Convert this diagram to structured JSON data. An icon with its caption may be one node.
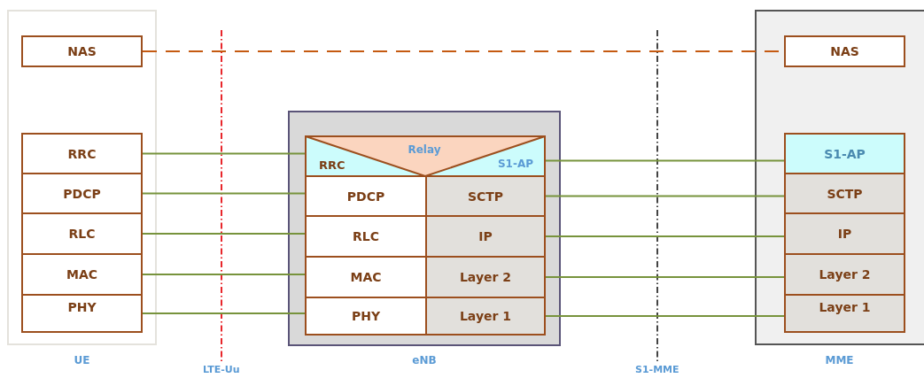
{
  "diagram": {
    "nodes": [
      {
        "text": [
          "UE"
        ]
      },
      {
        "text": [
          "NAS"
        ],
        "in": 0
      },
      {
        "text": [
          "RRC"
        ],
        "in": 0
      },
      {
        "text": [
          "PDCP"
        ],
        "in": 0
      },
      {
        "text": [
          "RLC"
        ],
        "in": 0
      },
      {
        "text": [
          "MAC"
        ],
        "in": 0
      },
      {
        "text": [
          "PHY"
        ],
        "in": 0
      },
      {
        "text": [
          "eNB"
        ]
      },
      {
        "text": [
          "RRC"
        ],
        "in": 7
      },
      {
        "text": [
          "Relay"
        ],
        "in": 7
      },
      {
        "text": [
          "S1-AP"
        ],
        "in": 7
      },
      {
        "text": [
          "PDCP"
        ],
        "in": 7
      },
      {
        "text": [
          "SCTP"
        ],
        "in": 7
      },
      {
        "text": [
          "RLC"
        ],
        "in": 7
      },
      {
        "text": [
          "IP"
        ],
        "in": 7
      },
      {
        "text": [
          "MAC"
        ],
        "in": 7
      },
      {
        "text": [
          "Layer 2"
        ],
        "in": 7
      },
      {
        "text": [
          "PHY"
        ],
        "in": 7
      },
      {
        "text": [
          "Layer 1"
        ],
        "in": 7
      },
      {
        "text": [
          "MME"
        ]
      },
      {
        "text": [
          "NAS"
        ],
        "in": 19
      },
      {
        "text": [
          "S1-AP"
        ],
        "in": 19
      },
      {
        "text": [
          "SCTP"
        ],
        "in": 19
      },
      {
        "text": [
          "IP"
        ],
        "in": 19
      },
      {
        "text": [
          "Layer 2"
        ],
        "in": 19
      },
      {
        "text": [
          "Layer 1"
        ],
        "in": 19
      }
    ],
    "edges": [
      {
        "from": 1,
        "to": 20,
        "arrow": "none",
        "style": "dashed",
        "color": "#c55a11"
      },
      {
        "from": 2,
        "to": 8,
        "arrow": "none"
      },
      {
        "from": 3,
        "to": 11,
        "arrow": "none"
      },
      {
        "from": 4,
        "to": 13,
        "arrow": "none"
      },
      {
        "from": 5,
        "to": 15,
        "arrow": "none"
      },
      {
        "from": 6,
        "to": 17,
        "arrow": "none"
      },
      {
        "from": 10,
        "to": 21,
        "arrow": "none"
      },
      {
        "from": 12,
        "to": 22,
        "arrow": "none"
      },
      {
        "from": 14,
        "to": 23,
        "arrow": "none"
      },
      {
        "from": 16,
        "to": 24,
        "arrow": "none"
      },
      {
        "from": 18,
        "to": 25,
        "arrow": "none"
      }
    ],
    "labels": [
      "LTE-Uu",
      "S1-MME"
    ]
  }
}
